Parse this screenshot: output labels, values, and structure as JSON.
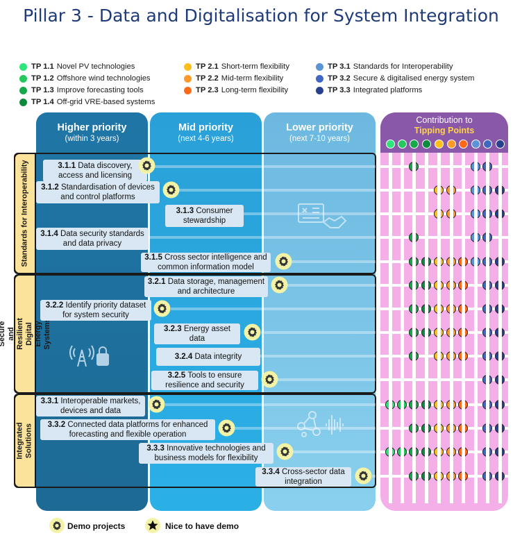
{
  "title": "Pillar 3 - Data and Digitalisation for System Integration",
  "legend": [
    {
      "code": "TP 1.1",
      "label": "Novel PV technologies",
      "color": "#2ee57c"
    },
    {
      "code": "TP 1.2",
      "label": "Offshore wind technologies",
      "color": "#25c85c"
    },
    {
      "code": "TP 1.3",
      "label": "Improve forecasting tools",
      "color": "#16a84a"
    },
    {
      "code": "TP 1.4",
      "label": "Off-grid VRE-based  systems",
      "color": "#0e8a3c"
    },
    {
      "code": "TP 2.1",
      "label": "Short-term flexibility",
      "color": "#ffbe1a"
    },
    {
      "code": "TP 2.2",
      "label": "Mid-term flexibility",
      "color": "#ff9a2a"
    },
    {
      "code": "TP 2.3",
      "label": "Long-term flexibility",
      "color": "#ff6a1a"
    },
    {
      "code": "TP 3.1",
      "label": "Standards for Interoperability",
      "color": "#5b93d8"
    },
    {
      "code": "TP 3.2",
      "label": "Secure & digitalised energy system",
      "color": "#3e68c4"
    },
    {
      "code": "TP 3.3",
      "label": "Integrated platforms",
      "color": "#27408f"
    }
  ],
  "columns": [
    {
      "title": "Higher priority",
      "subtitle": "(within 3 years)"
    },
    {
      "title": "Mid priority",
      "subtitle": "(next 4-6 years)"
    },
    {
      "title": "Lower priority",
      "subtitle": "(next 7-10 years)"
    }
  ],
  "contribution": {
    "line1": "Contribution to",
    "line2": "Tipping Points"
  },
  "groups": [
    "Standards for Interoperability",
    "Secure and Resilient Digital Energy Systems",
    "Integrated Solutions"
  ],
  "items": [
    {
      "code": "3.1.1",
      "text": "Data discovery, access and licensing",
      "demo": true,
      "tps": [
        2,
        7,
        8
      ]
    },
    {
      "code": "3.1.2",
      "text": "Standardisation of devices and control platforms",
      "demo": true,
      "tps": [
        4,
        5,
        7,
        8,
        9
      ]
    },
    {
      "code": "3.1.3",
      "text": "Consumer stewardship",
      "demo": false,
      "tps": [
        4,
        5,
        7,
        8,
        9
      ]
    },
    {
      "code": "3.1.4",
      "text": "Data security standards and data privacy",
      "demo": false,
      "tps": [
        2,
        7,
        8
      ]
    },
    {
      "code": "3.1.5",
      "text": "Cross sector intelligence and common information model",
      "demo": true,
      "tps": [
        2,
        3,
        4,
        5,
        6,
        7,
        8,
        9
      ]
    },
    {
      "code": "3.2.1",
      "text": "Data storage, management and architecture",
      "demo": true,
      "tps": [
        2,
        3,
        4,
        5,
        6,
        8,
        9
      ]
    },
    {
      "code": "3.2.2",
      "text": "Identify priority dataset for system security",
      "demo": true,
      "tps": [
        2,
        3,
        4,
        5,
        6,
        8,
        9
      ]
    },
    {
      "code": "3.2.3",
      "text": "Energy asset data",
      "demo": true,
      "tps": [
        2,
        3,
        4,
        5,
        6,
        8,
        9
      ]
    },
    {
      "code": "3.2.4",
      "text": "Data integrity",
      "demo": false,
      "tps": [
        2,
        4,
        5,
        6,
        8,
        9
      ]
    },
    {
      "code": "3.2.5",
      "text": "Tools to ensure resilience and security",
      "demo": true,
      "tps": [
        8,
        9
      ]
    },
    {
      "code": "3.3.1",
      "text": "Interoperable markets, devices and data",
      "demo": true,
      "tps": [
        0,
        1,
        2,
        3,
        4,
        5,
        6,
        8,
        9
      ]
    },
    {
      "code": "3.3.2",
      "text": "Connected data platforms for enhanced forecasting and flexible operation",
      "demo": true,
      "tps": [
        2,
        3,
        4,
        5,
        6,
        8,
        9
      ]
    },
    {
      "code": "3.3.3",
      "text": "Innovative technologies and business models for flexibility",
      "demo": true,
      "tps": [
        0,
        1,
        2,
        3,
        4,
        5,
        6,
        8,
        9
      ]
    },
    {
      "code": "3.3.4",
      "text": "Cross-sector data integration",
      "demo": true,
      "tps": [
        2,
        3,
        4,
        5,
        6,
        8,
        9
      ]
    }
  ],
  "footer": {
    "demo": "Demo projects",
    "nice": "Nice to have demo"
  }
}
